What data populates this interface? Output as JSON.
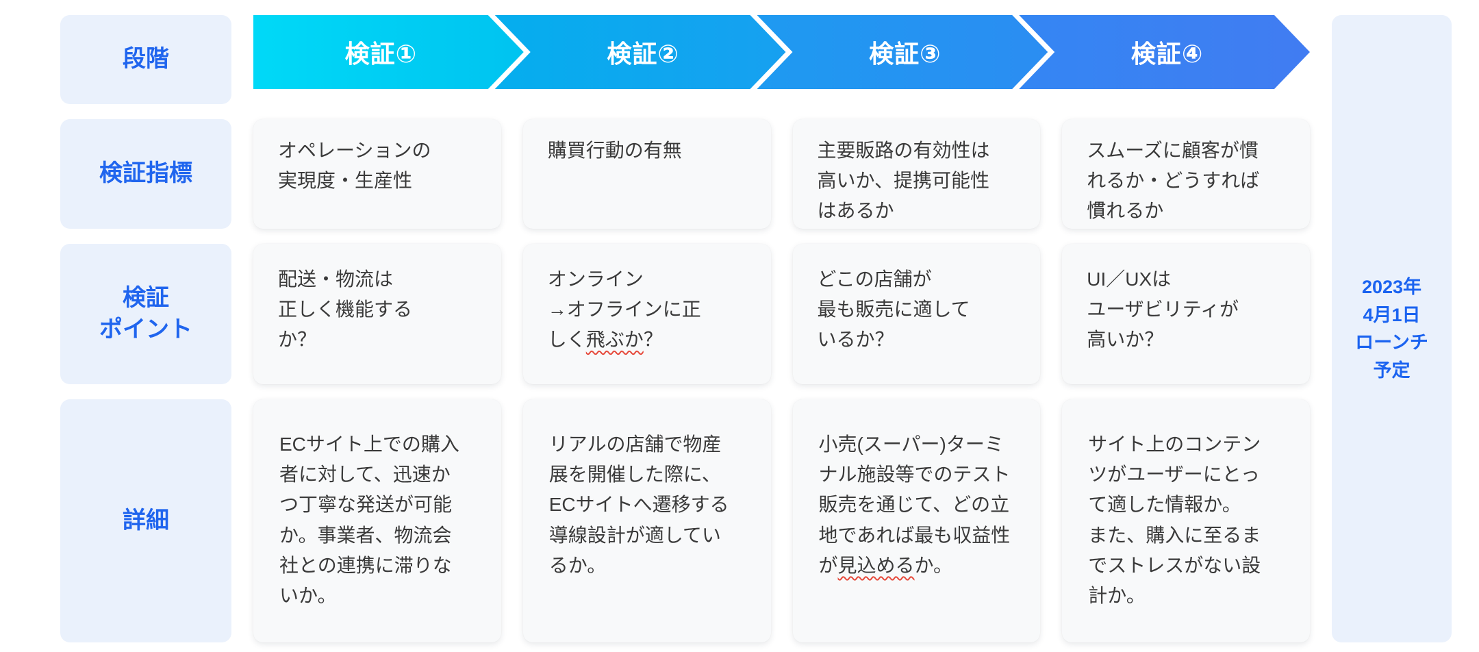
{
  "row_headers": {
    "stage": "段階",
    "metric": "検証指標",
    "point": "検証\nポイント",
    "detail": "詳細"
  },
  "stages": [
    {
      "label": "検証①",
      "color_start": "#00d9f7",
      "color_end": "#00c3f0"
    },
    {
      "label": "検証②",
      "color_start": "#05aeee",
      "color_end": "#17a0f0"
    },
    {
      "label": "検証③",
      "color_start": "#1e9af1",
      "color_end": "#2b8df2"
    },
    {
      "label": "検証④",
      "color_start": "#3486f3",
      "color_end": "#417cf2"
    }
  ],
  "metrics": [
    {
      "text": "オペレーションの\n実現度・生産性"
    },
    {
      "text": "購買行動の有無"
    },
    {
      "text": "主要販路の有効性は\n高いか、提携可能性\nはあるか"
    },
    {
      "text": "スムーズに顧客が慣\nれるか・どうすれば\n慣れるか"
    }
  ],
  "points": [
    {
      "text": "配送・物流は\n正しく機能する\nか？"
    },
    {
      "pre": "オンライン\n→オフラインに正\nしく",
      "wavy": "飛ぶか",
      "post": "？"
    },
    {
      "text": "どこの店舗が\n最も販売に適して\nいるか？"
    },
    {
      "text": "UI／UXは\nユーザビリティが\n高いか？"
    }
  ],
  "details": [
    {
      "text": "ECサイト上での購入\n者に対して、迅速か\nつ丁寧な発送が可能\nか。事業者、物流会\n社との連携に滞りな\nいか。"
    },
    {
      "text": "リアルの店舗で物産\n展を開催した際に、\nECサイトへ遷移する\n導線設計が適してい\nるか。"
    },
    {
      "pre": "小売(スーパー)ターミ\nナル施設等でのテスト\n販売を通じて、どの立\n地であれば最も収益性\nが",
      "wavy": "見込める",
      "post": "か。"
    },
    {
      "text": "サイト上のコンテン\nツがユーザーにとっ\nて適した情報か。\nまた、購入に至るま\nでストレスがない設\n計か。"
    }
  ],
  "launch_note": "2023年\n4月1日\nローンチ\n予定",
  "colors": {
    "header_bg": "#eaf1fc",
    "header_text": "#2065ee",
    "cell_bg": "#f8f9fa",
    "cell_text": "#3a3a3a",
    "wavy_underline": "#e64a3c"
  }
}
